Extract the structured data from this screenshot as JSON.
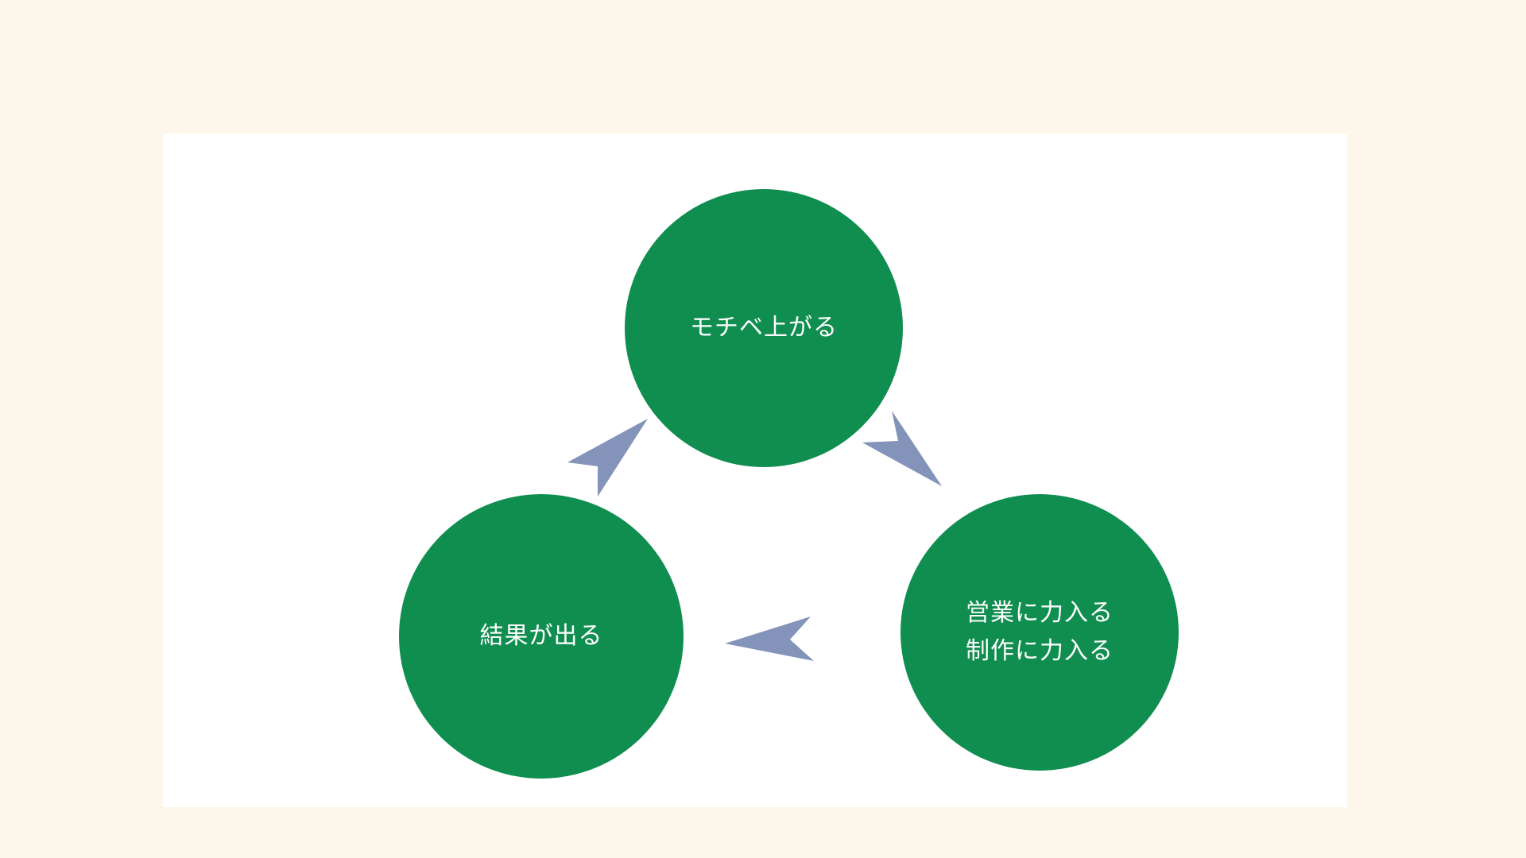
{
  "nodes": {
    "top": {
      "label": "モチベ上がる"
    },
    "right": {
      "label": "営業に力入る\n制作に力入る"
    },
    "left": {
      "label": "結果が出る"
    }
  },
  "colors": {
    "background": "#fdf6ea",
    "panel": "#ffffff",
    "circle": "#108e50",
    "arrow": "#8393b9",
    "text": "#ffffff"
  },
  "icons": [
    "arrow-top-to-right-icon",
    "arrow-right-to-left-icon",
    "arrow-left-to-top-icon"
  ]
}
